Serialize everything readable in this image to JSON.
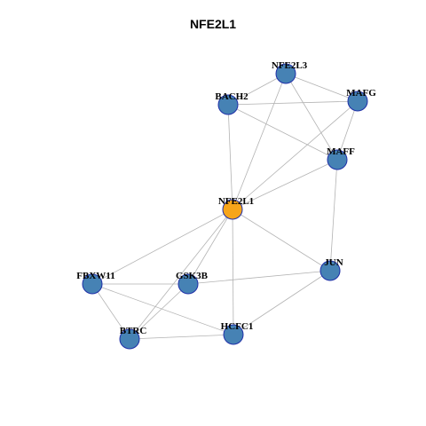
{
  "title": "NFE2L1",
  "colors": {
    "hub": "#f7a51a",
    "node": "#4682b4",
    "node_border": "#1f2fa8",
    "edge": "#b3b3b3"
  },
  "nodes": [
    {
      "id": "NFE2L3",
      "label": "NFE2L3",
      "hub": false
    },
    {
      "id": "BACH2",
      "label": "BACH2",
      "hub": false
    },
    {
      "id": "MAFG",
      "label": "MAFG",
      "hub": false
    },
    {
      "id": "MAFF",
      "label": "MAFF",
      "hub": false
    },
    {
      "id": "NFE2L1",
      "label": "NFE2L1",
      "hub": true
    },
    {
      "id": "FBXW11",
      "label": "FBXW11",
      "hub": false
    },
    {
      "id": "GSK3B",
      "label": "GSK3B",
      "hub": false
    },
    {
      "id": "JUN",
      "label": "JUN",
      "hub": false
    },
    {
      "id": "BTRC",
      "label": "BTRC",
      "hub": false
    },
    {
      "id": "HCFC1",
      "label": "HCFC1",
      "hub": false
    }
  ],
  "edges": [
    [
      "NFE2L3",
      "MAFG"
    ],
    [
      "NFE2L3",
      "MAFF"
    ],
    [
      "NFE2L3",
      "NFE2L1"
    ],
    [
      "NFE2L3",
      "BACH2"
    ],
    [
      "BACH2",
      "MAFG"
    ],
    [
      "BACH2",
      "MAFF"
    ],
    [
      "BACH2",
      "NFE2L1"
    ],
    [
      "MAFG",
      "MAFF"
    ],
    [
      "MAFG",
      "NFE2L1"
    ],
    [
      "MAFF",
      "NFE2L1"
    ],
    [
      "MAFF",
      "JUN"
    ],
    [
      "NFE2L1",
      "FBXW11"
    ],
    [
      "NFE2L1",
      "GSK3B"
    ],
    [
      "NFE2L1",
      "JUN"
    ],
    [
      "NFE2L1",
      "BTRC"
    ],
    [
      "NFE2L1",
      "HCFC1"
    ],
    [
      "FBXW11",
      "GSK3B"
    ],
    [
      "FBXW11",
      "BTRC"
    ],
    [
      "FBXW11",
      "HCFC1"
    ],
    [
      "GSK3B",
      "BTRC"
    ],
    [
      "GSK3B",
      "JUN"
    ],
    [
      "JUN",
      "HCFC1"
    ],
    [
      "BTRC",
      "HCFC1"
    ]
  ]
}
